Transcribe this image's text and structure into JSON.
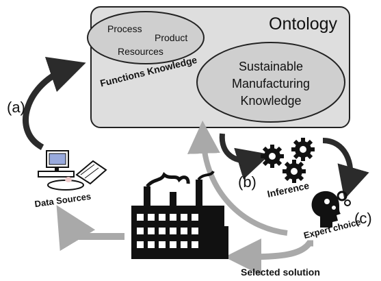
{
  "ontology": {
    "title": "Ontology",
    "functions": {
      "process": "Process",
      "product": "Product",
      "resources": "Resources",
      "label": "Functions Knowledge"
    },
    "sustainable": {
      "line1": "Sustainable",
      "line2": "Manufacturing",
      "line3": "Knowledge"
    }
  },
  "steps": {
    "a": "(a)",
    "b": "(b)",
    "c": "(c)"
  },
  "nodes": {
    "data_sources": "Data Sources",
    "inference": "Inference",
    "expert_choice": "Expert choice",
    "selected_solution": "Selected solution"
  },
  "colors": {
    "box_fill": "#dedede",
    "ellipse_fill": "#cfcfcf",
    "arrow_dark": "#2b2b2b",
    "arrow_light": "#a9a9a9"
  }
}
